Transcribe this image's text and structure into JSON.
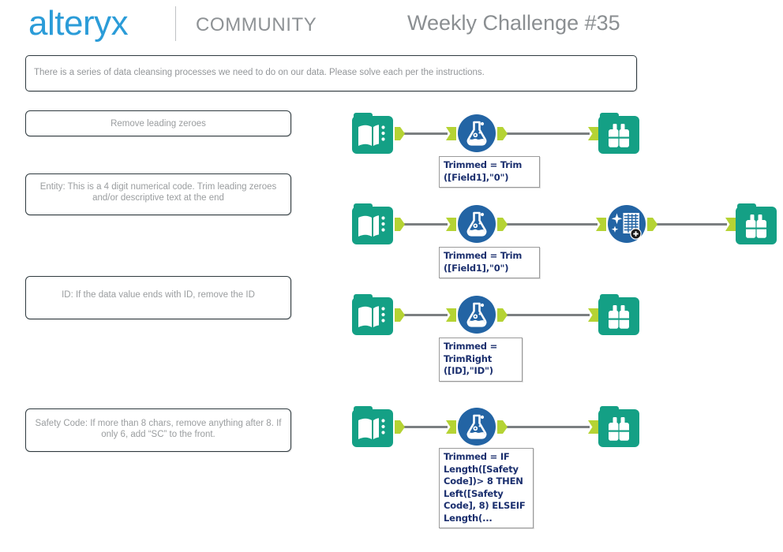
{
  "header": {
    "logo": "alteryx",
    "section": "COMMUNITY",
    "title": "Weekly Challenge #35",
    "logo_color": "#2b9cd8",
    "section_color": "#8e9295",
    "title_color": "#8b8f92"
  },
  "instruction": {
    "text": "There is a series of data cleansing processes we need to do on our data. Please solve each per the instructions."
  },
  "labels": [
    {
      "id": "remove-leading-zeroes",
      "text": "Remove leading zeroes"
    },
    {
      "id": "entity",
      "text": "Entity: This is a 4 digit numerical code. Trim leading zeroes and/or descriptive text at the end"
    },
    {
      "id": "id",
      "text": "ID: If the data value ends with ID, remove the ID"
    },
    {
      "id": "safety-code",
      "text": "Safety Code: If more than 8 chars, remove anything after 8. If only 6, add “SC” to the front."
    }
  ],
  "workflows": [
    {
      "id": "workflow-1",
      "tools": [
        "input-data-tool",
        "formula-tool",
        "browse-tool"
      ],
      "formula": "Trimmed = Trim\n([Field1],\"0\")"
    },
    {
      "id": "workflow-2",
      "tools": [
        "input-data-tool",
        "formula-tool",
        "data-cleansing-tool",
        "browse-tool"
      ],
      "formula": "Trimmed = Trim\n([Field1],\"0\")"
    },
    {
      "id": "workflow-3",
      "tools": [
        "input-data-tool",
        "formula-tool",
        "browse-tool"
      ],
      "formula": "Trimmed =\nTrimRight\n([ID],\"ID\")"
    },
    {
      "id": "workflow-4",
      "tools": [
        "input-data-tool",
        "formula-tool",
        "browse-tool"
      ],
      "formula": "Trimmed = IF\nLength([Safety\nCode])> 8 THEN\nLeft([Safety\nCode], 8) ELSEIF\nLength(..."
    }
  ],
  "colors": {
    "tool_teal": "#14a085",
    "tool_blue": "#2364a4",
    "anchor_green": "#b5d334",
    "wire_gray": "#7b7f81",
    "box_border": "#2f3a3f",
    "label_text": "#9a9d9f",
    "formula_text": "#1b2f6e"
  }
}
